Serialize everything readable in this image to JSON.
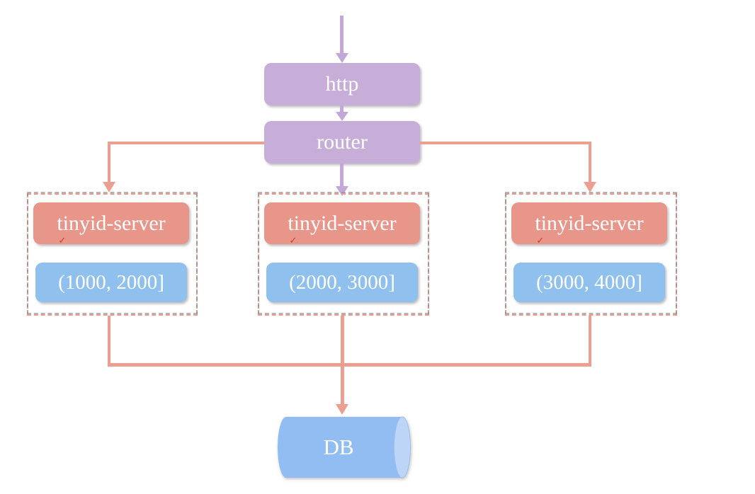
{
  "diagram": {
    "nodes": {
      "http": {
        "label": "http"
      },
      "router": {
        "label": "router"
      },
      "db": {
        "label": "DB"
      }
    },
    "servers": [
      {
        "label": "tinyid-server",
        "range": "(1000, 2000]"
      },
      {
        "label": "tinyid-server",
        "range": "(2000, 3000]"
      },
      {
        "label": "tinyid-server",
        "range": "(3000, 4000]"
      }
    ],
    "spellcheck_mark": "✓",
    "colors": {
      "purple_box": "#c7aed9",
      "purple_arrow": "#c2a8d8",
      "salmon_box": "#e8958a",
      "salmon_line": "#ec9e91",
      "dashed_border": "#e8998d",
      "blue_box": "#8fc0ee",
      "db_body": "#92bdf2",
      "db_cap": "#bdd5f7",
      "check_red": "#cf3a2b",
      "text": "#ffffff"
    }
  }
}
